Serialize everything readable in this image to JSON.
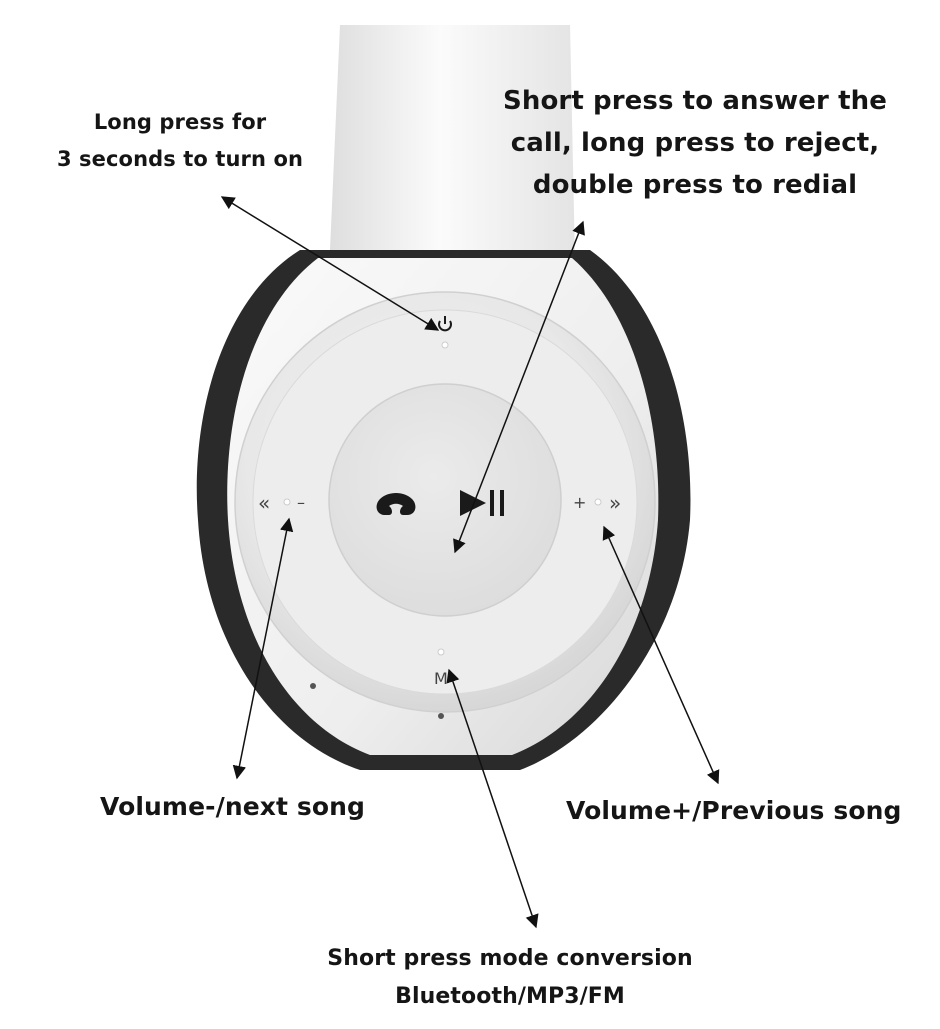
{
  "callouts": {
    "power": {
      "line1": "Long press for",
      "line2": "3 seconds to turn on"
    },
    "answer": {
      "line1": "Short press to answer the",
      "line2": "call, long press to reject,",
      "line3": "double press to redial"
    },
    "volume_down": "Volume-/next song",
    "volume_up": "Volume+/Previous song",
    "mode": {
      "line1": "Short press mode conversion",
      "line2": "Bluetooth/MP3/FM"
    }
  },
  "device_marks": {
    "prev": "«",
    "minus": "–",
    "plus": "+",
    "next": "»",
    "mode": "M"
  },
  "icons": [
    "power-icon",
    "phone-icon",
    "play-pause-icon",
    "arrow"
  ],
  "colors": {
    "shell": "#f2f2f2",
    "plate": "#ebebeb",
    "center_button": "#e5e5e5",
    "inner_cup": "#1e1e1e",
    "glyph": "#1a1a1a",
    "arrow": "#111111"
  }
}
